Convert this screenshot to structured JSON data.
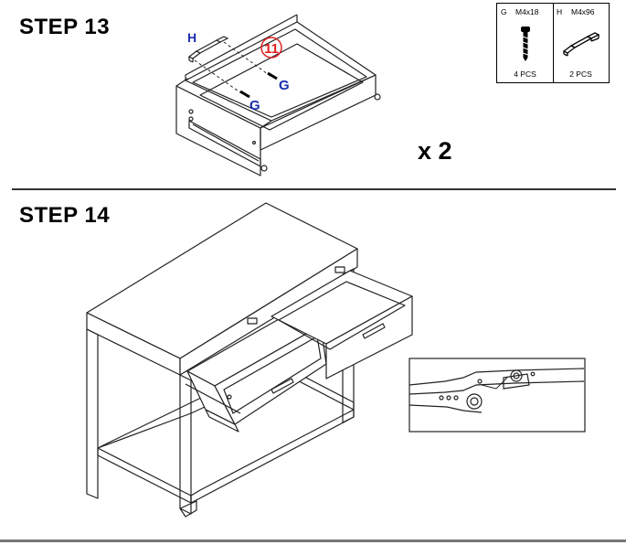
{
  "steps": {
    "step13": {
      "title": "STEP 13",
      "multiplier": "x 2",
      "labels": {
        "handle": "H",
        "screw_upper": "G",
        "screw_lower": "G",
        "callout_number": "11"
      }
    },
    "step14": {
      "title": "STEP 14"
    }
  },
  "parts": [
    {
      "code": "G",
      "size": "M4x18",
      "qty": "4 PCS",
      "icon": "screw-icon"
    },
    {
      "code": "H",
      "size": "M4x96",
      "qty": "2 PCS",
      "icon": "handle-icon"
    }
  ],
  "colors": {
    "label_blue": "#1a2fb0",
    "callout_red": "#e02020"
  }
}
